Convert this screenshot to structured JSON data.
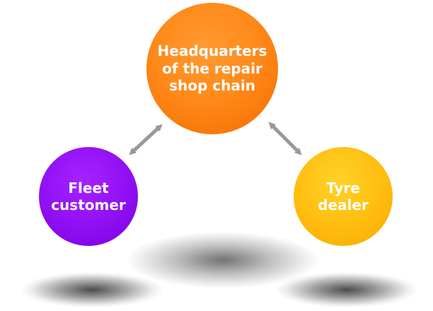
{
  "diagram": {
    "nodes": {
      "hq": {
        "lines": [
          "Headquarters",
          "of the repair",
          "shop chain"
        ],
        "color": "#ff8a1a"
      },
      "fleet": {
        "lines": [
          "Fleet",
          "customer"
        ],
        "color": "#9210f5"
      },
      "tyre": {
        "lines": [
          "Tyre",
          "dealer"
        ],
        "color": "#ffbf10"
      }
    },
    "connectors": [
      {
        "from": "fleet",
        "to": "hq",
        "style": "double-arrow",
        "color": "#999999"
      },
      {
        "from": "hq",
        "to": "tyre",
        "style": "double-arrow",
        "color": "#999999"
      }
    ]
  }
}
